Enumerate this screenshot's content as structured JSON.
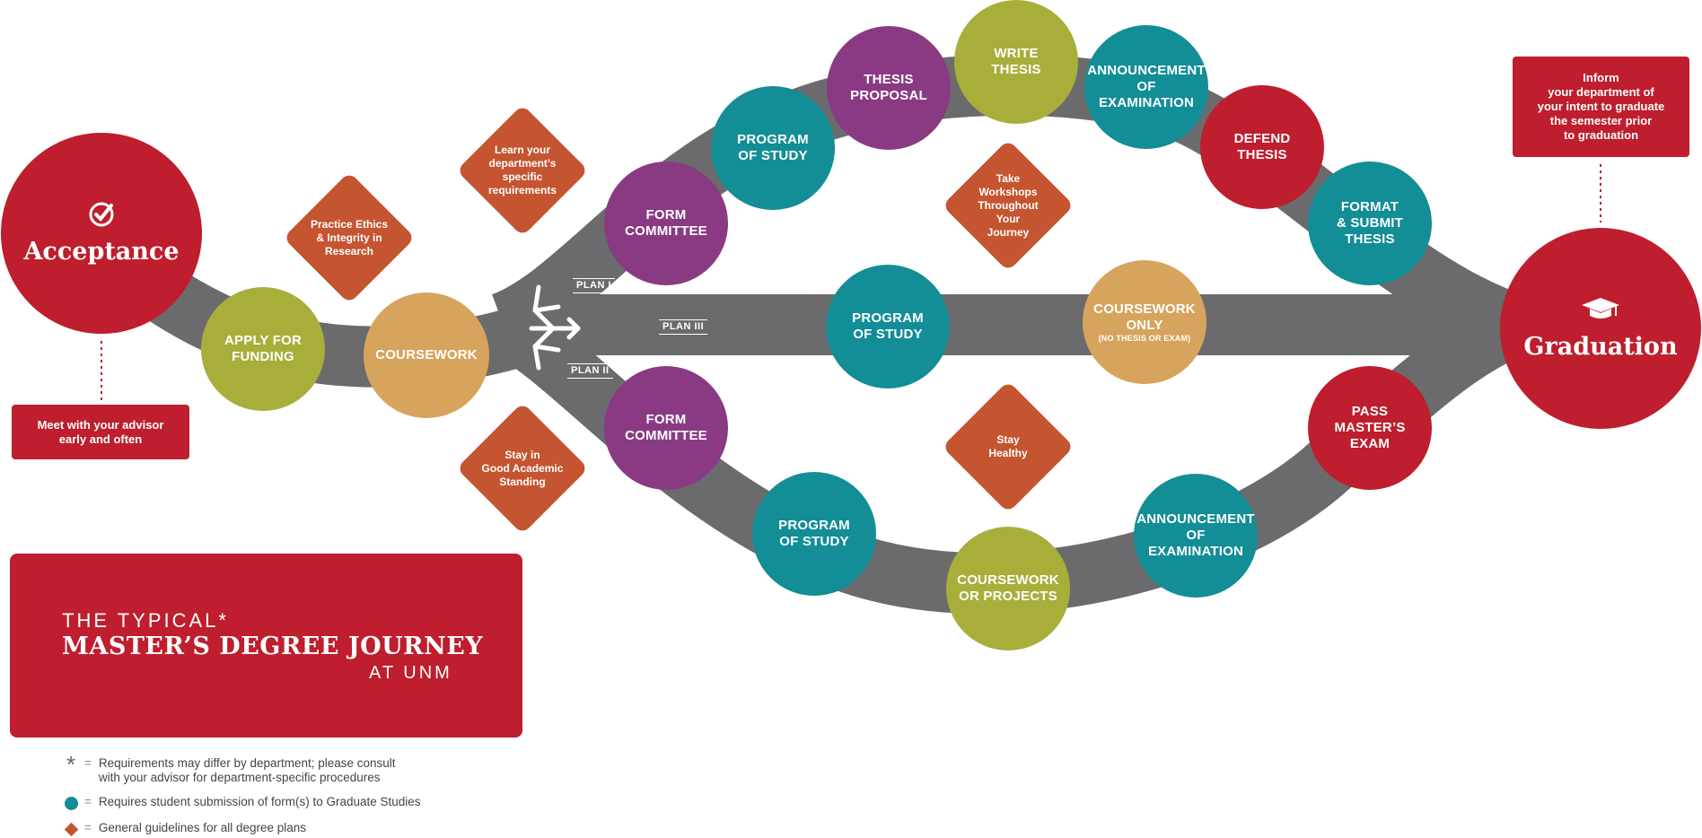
{
  "title": {
    "line1": "THE TYPICAL*",
    "line2": "MASTER’S DEGREE JOURNEY",
    "line3": "AT UNM"
  },
  "start": {
    "label": "Acceptance",
    "icon": "check-circle-icon"
  },
  "end": {
    "label": "Graduation",
    "icon": "graduation-cap-icon"
  },
  "notes": {
    "advisor": "Meet with your advisor\nearly and often",
    "graduate": "Inform\nyour department of\nyour intent to graduate\nthe semester prior\nto graduation"
  },
  "common_steps": {
    "funding": "APPLY FOR\nFUNDING",
    "coursework": "COURSEWORK"
  },
  "plans": {
    "plan1": "PLAN I",
    "plan2": "PLAN II",
    "plan3": "PLAN III"
  },
  "plan1_steps": {
    "form_committee": "FORM\nCOMMITTEE",
    "program_of_study": "PROGRAM\nOF STUDY",
    "thesis_proposal": "THESIS\nPROPOSAL",
    "write_thesis": "WRITE\nTHESIS",
    "announcement": "ANNOUNCEMENT\nOF EXAMINATION",
    "defend_thesis": "DEFEND\nTHESIS",
    "format_submit": "FORMAT\n& SUBMIT\nTHESIS"
  },
  "plan3_steps": {
    "program_of_study": "PROGRAM\nOF STUDY",
    "coursework_only": "COURSEWORK\nONLY",
    "coursework_only_note": "(NO THESIS OR EXAM)"
  },
  "plan2_steps": {
    "form_committee": "FORM\nCOMMITTEE",
    "program_of_study": "PROGRAM\nOF STUDY",
    "coursework_projects": "COURSEWORK\nOR PROJECTS",
    "announcement": "ANNOUNCEMENT\nOF EXAMINATION",
    "pass_exam": "PASS\nMASTER’S\nEXAM"
  },
  "guidelines": {
    "ethics": "Practice Ethics\n& Integrity in\nResearch",
    "learn": "Learn your\ndepartment’s\nspecific\nrequirements",
    "standing": "Stay in\nGood Academic\nStanding",
    "workshops": "Take\nWorkshops\nThroughout\nYour\nJourney",
    "healthy": "Stay\nHealthy"
  },
  "legend": {
    "asterisk_eq": "=",
    "asterisk_text": "Requirements may differ by department; please consult\nwith your advisor for department-specific procedures",
    "circle_eq": "=",
    "circle_text": "Requires student submission of form(s) to Graduate Studies",
    "diamond_eq": "=",
    "diamond_text": "General guidelines for all degree plans"
  },
  "colors": {
    "red": "#be1e2d",
    "teal": "#138d96",
    "purple": "#8a3a83",
    "olive": "#a8ae3a",
    "tan": "#d7a45e",
    "orange": "#c45530",
    "road": "#6b6b6d"
  }
}
